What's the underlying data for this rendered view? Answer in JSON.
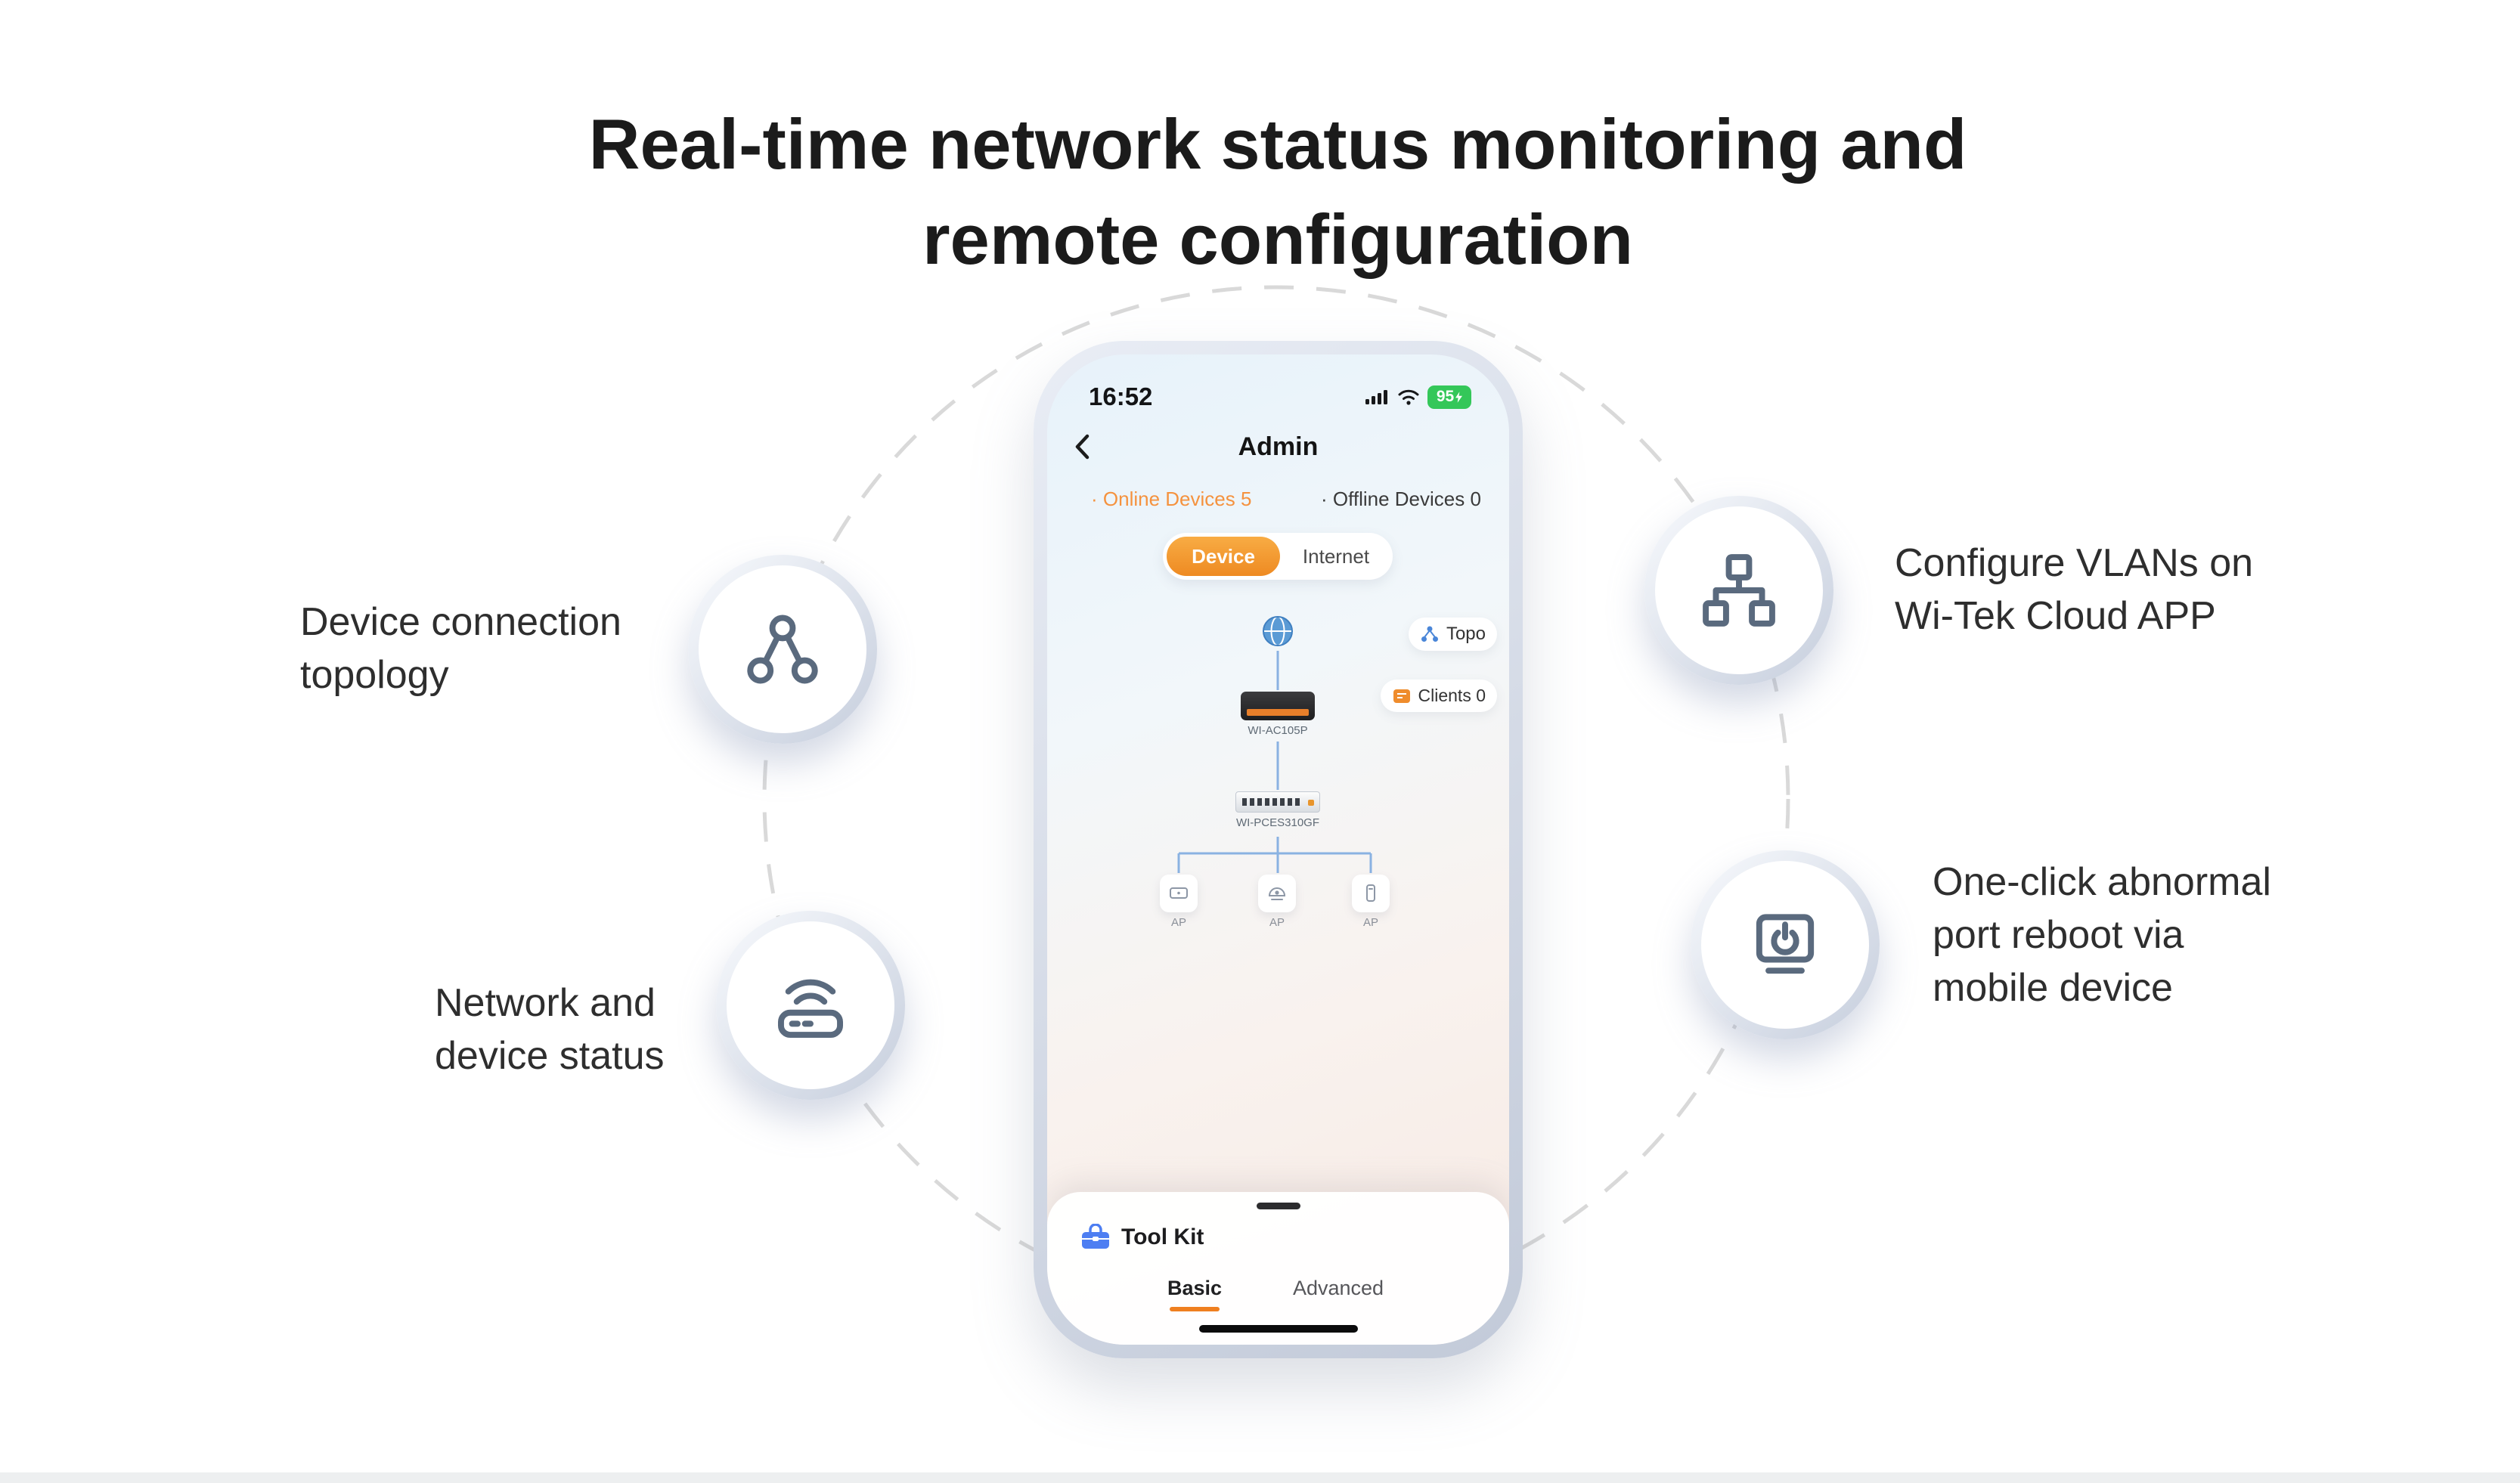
{
  "title": {
    "lines": [
      "Real-time network status monitoring and",
      "remote configuration"
    ]
  },
  "features": {
    "topology": {
      "lines": [
        "Device connection",
        "topology"
      ]
    },
    "status": {
      "lines": [
        "Network and",
        "device status"
      ]
    },
    "vlan": {
      "lines": [
        "Configure VLANs on",
        "Wi-Tek Cloud APP"
      ]
    },
    "reboot": {
      "lines": [
        "One-click abnormal",
        "port reboot via",
        "mobile device"
      ]
    }
  },
  "phone": {
    "status_bar": {
      "time": "16:52",
      "battery_level": "95"
    },
    "nav": {
      "title": "Admin"
    },
    "counts": {
      "online": "· Online Devices 5",
      "offline": "· Offline Devices 0"
    },
    "segmented": {
      "device": "Device",
      "internet": "Internet"
    },
    "badges": {
      "topo": "Topo",
      "clients": "Clients 0"
    },
    "topology": {
      "router": "WI-AC105P",
      "switch": "WI-PCES310GF",
      "aps": [
        "AP",
        "AP",
        "AP"
      ]
    },
    "toolkit": {
      "title": "Tool Kit",
      "tab_basic": "Basic",
      "tab_advanced": "Advanced"
    }
  },
  "icons": {
    "back": "chevron-left",
    "cellular": "signal-bars",
    "wifi": "wifi-waves",
    "battery": "battery-charging-badge",
    "globe": "internet-globe",
    "topo_badge": "topology-cluster",
    "clients_badge": "clients-box",
    "toolkit": "toolbox",
    "feature_topology": "network-nodes",
    "feature_status": "router-wifi",
    "feature_vlan": "vlan-tree",
    "feature_reboot": "monitor-power"
  },
  "colors": {
    "accent_orange": "#F5923E",
    "segment_orange": "#EE8A22",
    "underline_orange": "#EF7F1F",
    "battery_green": "#34C759",
    "topology_line_blue": "#8AB2E2",
    "globe_blue": "#5B9BD5",
    "toolkit_blue": "#4D7EF2",
    "icon_slate": "#5A6A7E",
    "dash_gray": "#D9D9D9"
  }
}
